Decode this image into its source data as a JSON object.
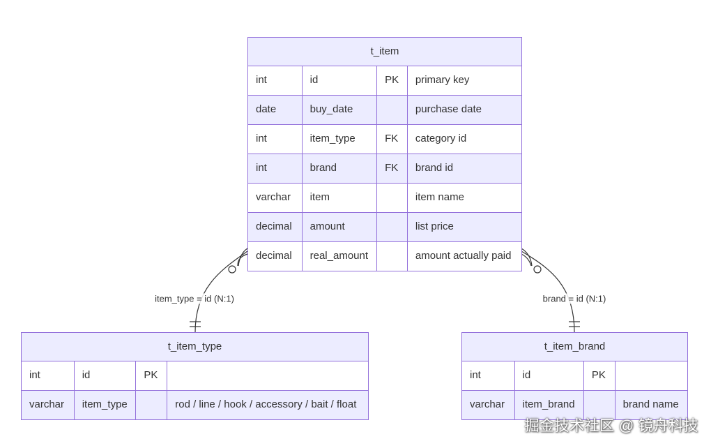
{
  "entities": {
    "t_item": {
      "title": "t_item",
      "rows": [
        [
          "int",
          "id",
          "PK",
          "primary key"
        ],
        [
          "date",
          "buy_date",
          "",
          "purchase date"
        ],
        [
          "int",
          "item_type",
          "FK",
          "category id"
        ],
        [
          "int",
          "brand",
          "FK",
          "brand id"
        ],
        [
          "varchar",
          "item",
          "",
          "item name"
        ],
        [
          "decimal",
          "amount",
          "",
          "list price"
        ],
        [
          "decimal",
          "real_amount",
          "",
          "amount actually paid"
        ]
      ]
    },
    "t_item_type": {
      "title": "t_item_type",
      "rows": [
        [
          "int",
          "id",
          "PK",
          ""
        ],
        [
          "varchar",
          "item_type",
          "",
          "rod / line / hook / accessory / bait / float"
        ]
      ]
    },
    "t_item_brand": {
      "title": "t_item_brand",
      "rows": [
        [
          "int",
          "id",
          "PK",
          ""
        ],
        [
          "varchar",
          "item_brand",
          "",
          "brand name"
        ]
      ]
    }
  },
  "relationships": [
    {
      "from": "t_item",
      "to": "t_item_type",
      "label": "item_type = id (N:1)"
    },
    {
      "from": "t_item",
      "to": "t_item_brand",
      "label": "brand = id (N:1)"
    }
  ],
  "colors": {
    "border": "#9370DB",
    "header_bg": "#ECECFF",
    "line": "#333333"
  },
  "watermark": "掘金技术社区 @ 镜舟科技"
}
